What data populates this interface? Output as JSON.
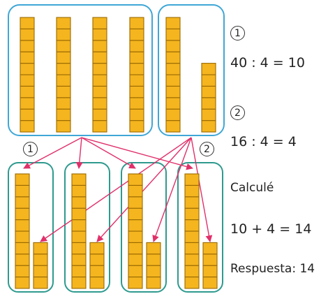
{
  "colors": {
    "cube_fill": "#f5b51f",
    "cube_stroke": "#9a6a00",
    "top_box_stroke": "#3fa7d6",
    "bottom_box_stroke": "#2e9a8e",
    "arrow": "#e0306a",
    "text": "#222222"
  },
  "top_groups": [
    {
      "rods_of_ten": 4,
      "units": 0
    },
    {
      "rods_of_ten": 1,
      "units": 6
    }
  ],
  "bottom_groups": [
    {
      "tens": 1,
      "units": 4
    },
    {
      "tens": 1,
      "units": 4
    },
    {
      "tens": 1,
      "units": 4
    },
    {
      "tens": 1,
      "units": 4
    }
  ],
  "markers": {
    "step1": "1",
    "step2": "2"
  },
  "equations": {
    "division_1": "40 : 4 = 10",
    "division_2": "16 : 4 = 4",
    "heading": "Calculé",
    "sum": "10 + 4 = 14",
    "answer": "Respuesta: 14"
  }
}
